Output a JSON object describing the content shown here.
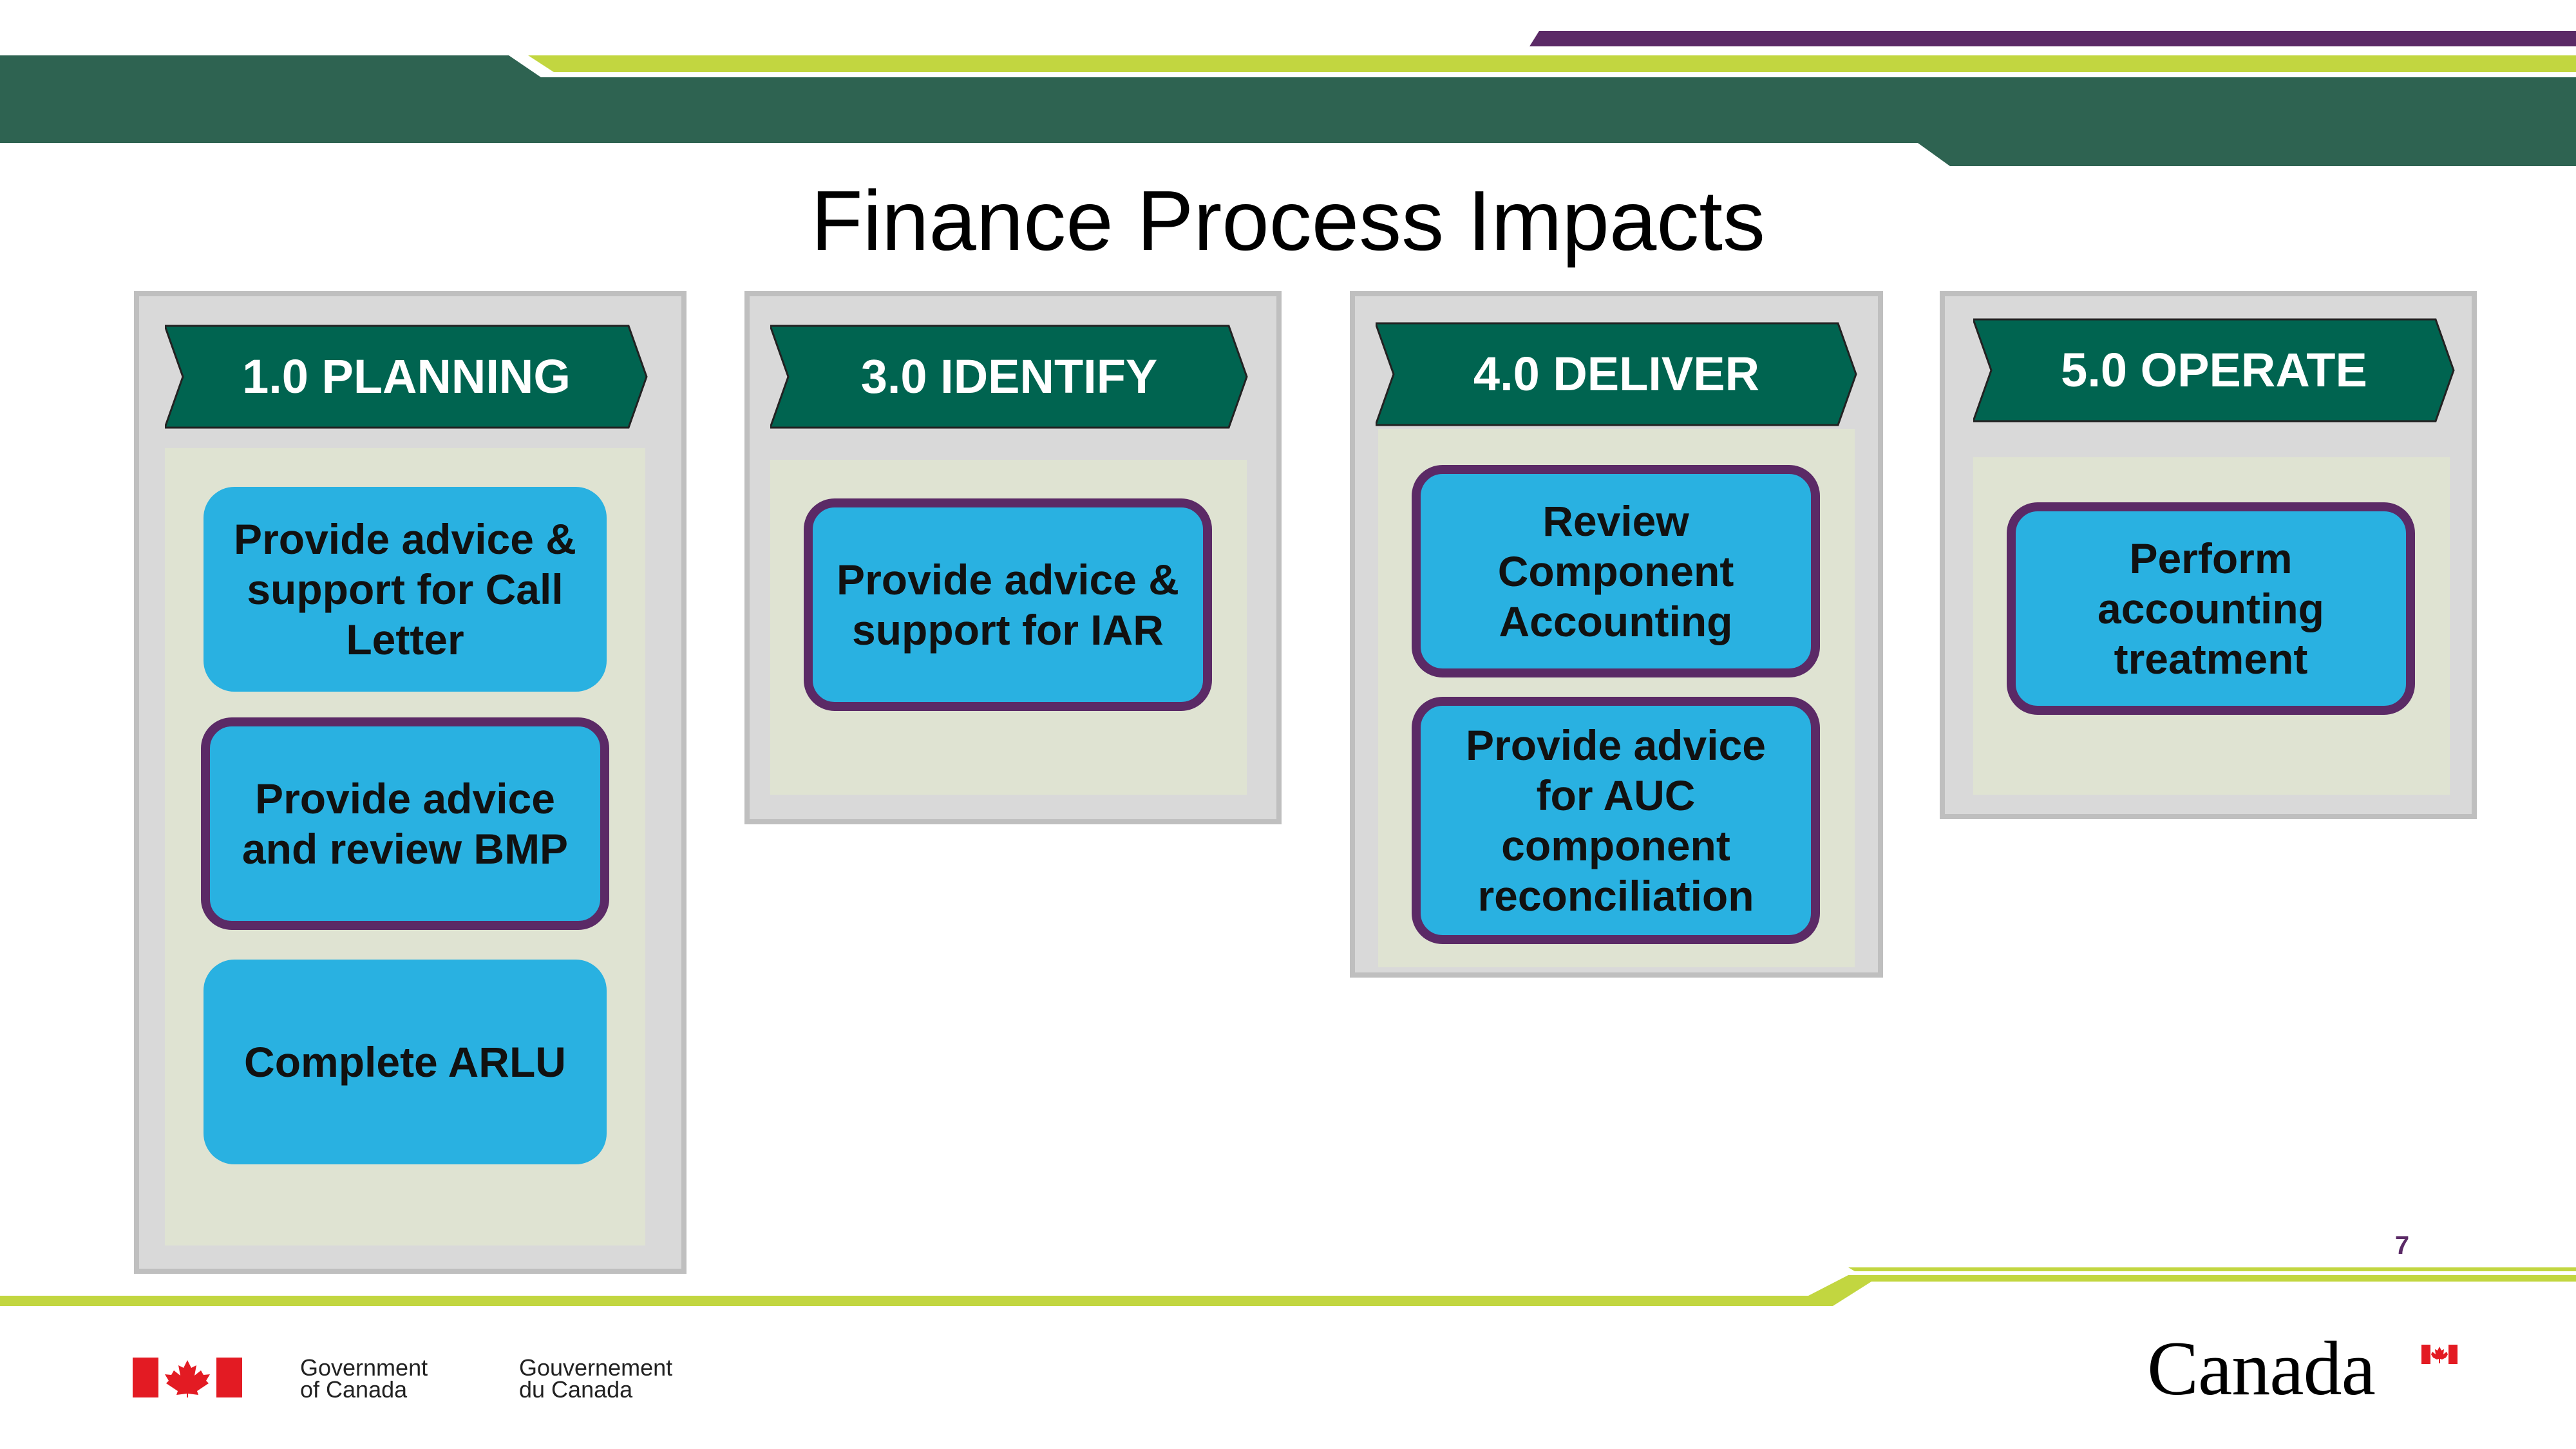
{
  "slide": {
    "title": "Finance Process Impacts",
    "page_number": "7"
  },
  "phases": [
    {
      "label": "1.0 PLANNING",
      "tasks": [
        {
          "text": "Provide advice & support for Call Letter",
          "highlighted": false
        },
        {
          "text": "Provide advice and review BMP",
          "highlighted": true
        },
        {
          "text": "Complete ARLU",
          "highlighted": false
        }
      ]
    },
    {
      "label": "3.0 IDENTIFY",
      "tasks": [
        {
          "text": "Provide advice & support for IAR",
          "highlighted": true
        }
      ]
    },
    {
      "label": "4.0 DELIVER",
      "tasks": [
        {
          "text": "Review Component Accounting",
          "highlighted": true
        },
        {
          "text": "Provide advice for AUC component reconciliation",
          "highlighted": true
        }
      ]
    },
    {
      "label": "5.0 OPERATE",
      "tasks": [
        {
          "text": "Perform accounting treatment",
          "highlighted": true
        }
      ]
    }
  ],
  "footer": {
    "gov_en_line1": "Government",
    "gov_en_line2": "of Canada",
    "gov_fr_line1": "Gouvernement",
    "gov_fr_line2": "du Canada",
    "wordmark": "Canada"
  },
  "colors": {
    "header_dark_green": "#2e6351",
    "lime": "#c2d640",
    "purple": "#5b2a66",
    "chevron_green": "#006450",
    "task_blue": "#29b1e1",
    "task_border": "#5b2a66"
  }
}
